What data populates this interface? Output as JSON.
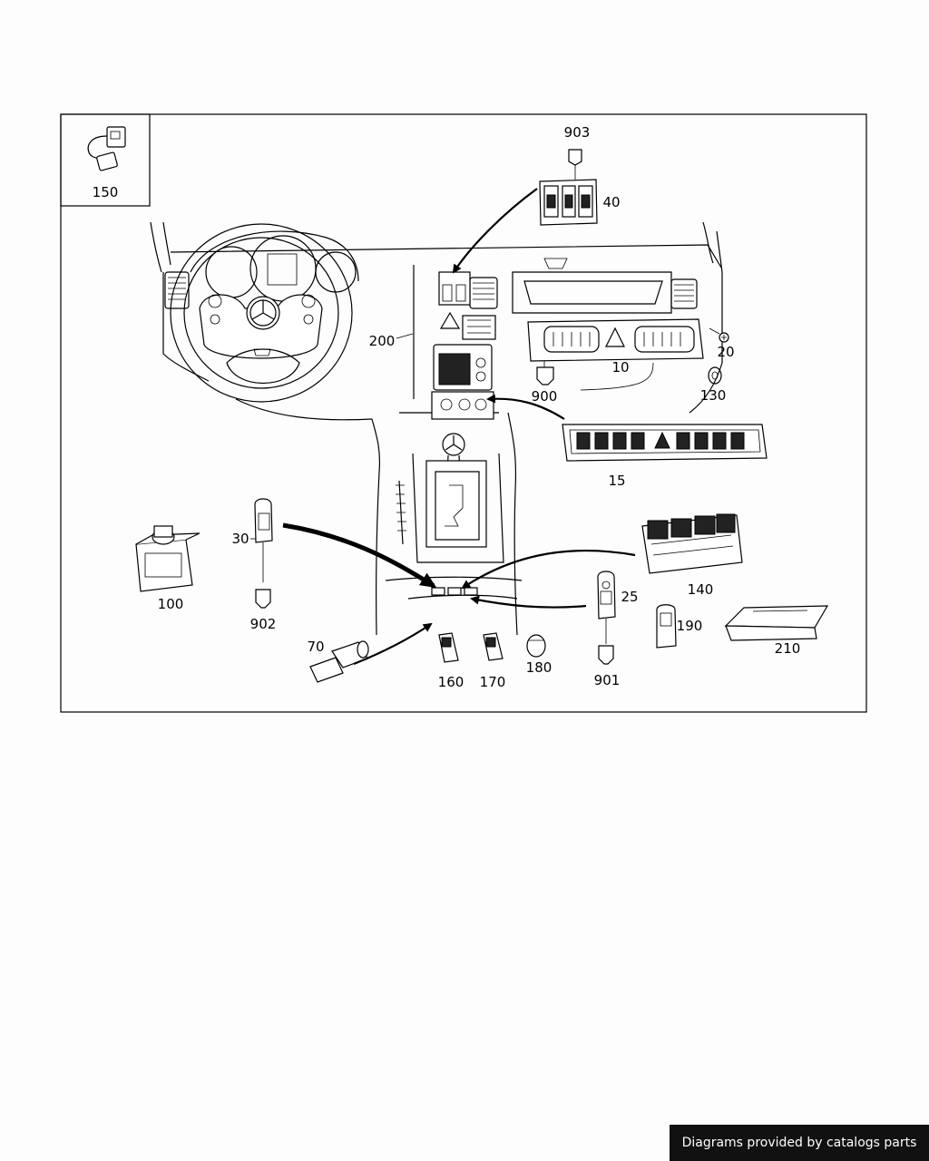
{
  "callouts": {
    "c150": "150",
    "c903": "903",
    "c40": "40",
    "c200": "200",
    "c20": "20",
    "c10": "10",
    "c900": "900",
    "c130": "130",
    "c15": "15",
    "c30": "30",
    "c100": "100",
    "c902": "902",
    "c140": "140",
    "c25": "25",
    "c70": "70",
    "c160": "160",
    "c170": "170",
    "c180": "180",
    "c901": "901",
    "c190": "190",
    "c210": "210"
  },
  "footer": {
    "text": "Diagrams provided by catalogs parts"
  },
  "icons": [
    "mercedes-star-icon",
    "hazard-triangle-icon"
  ]
}
